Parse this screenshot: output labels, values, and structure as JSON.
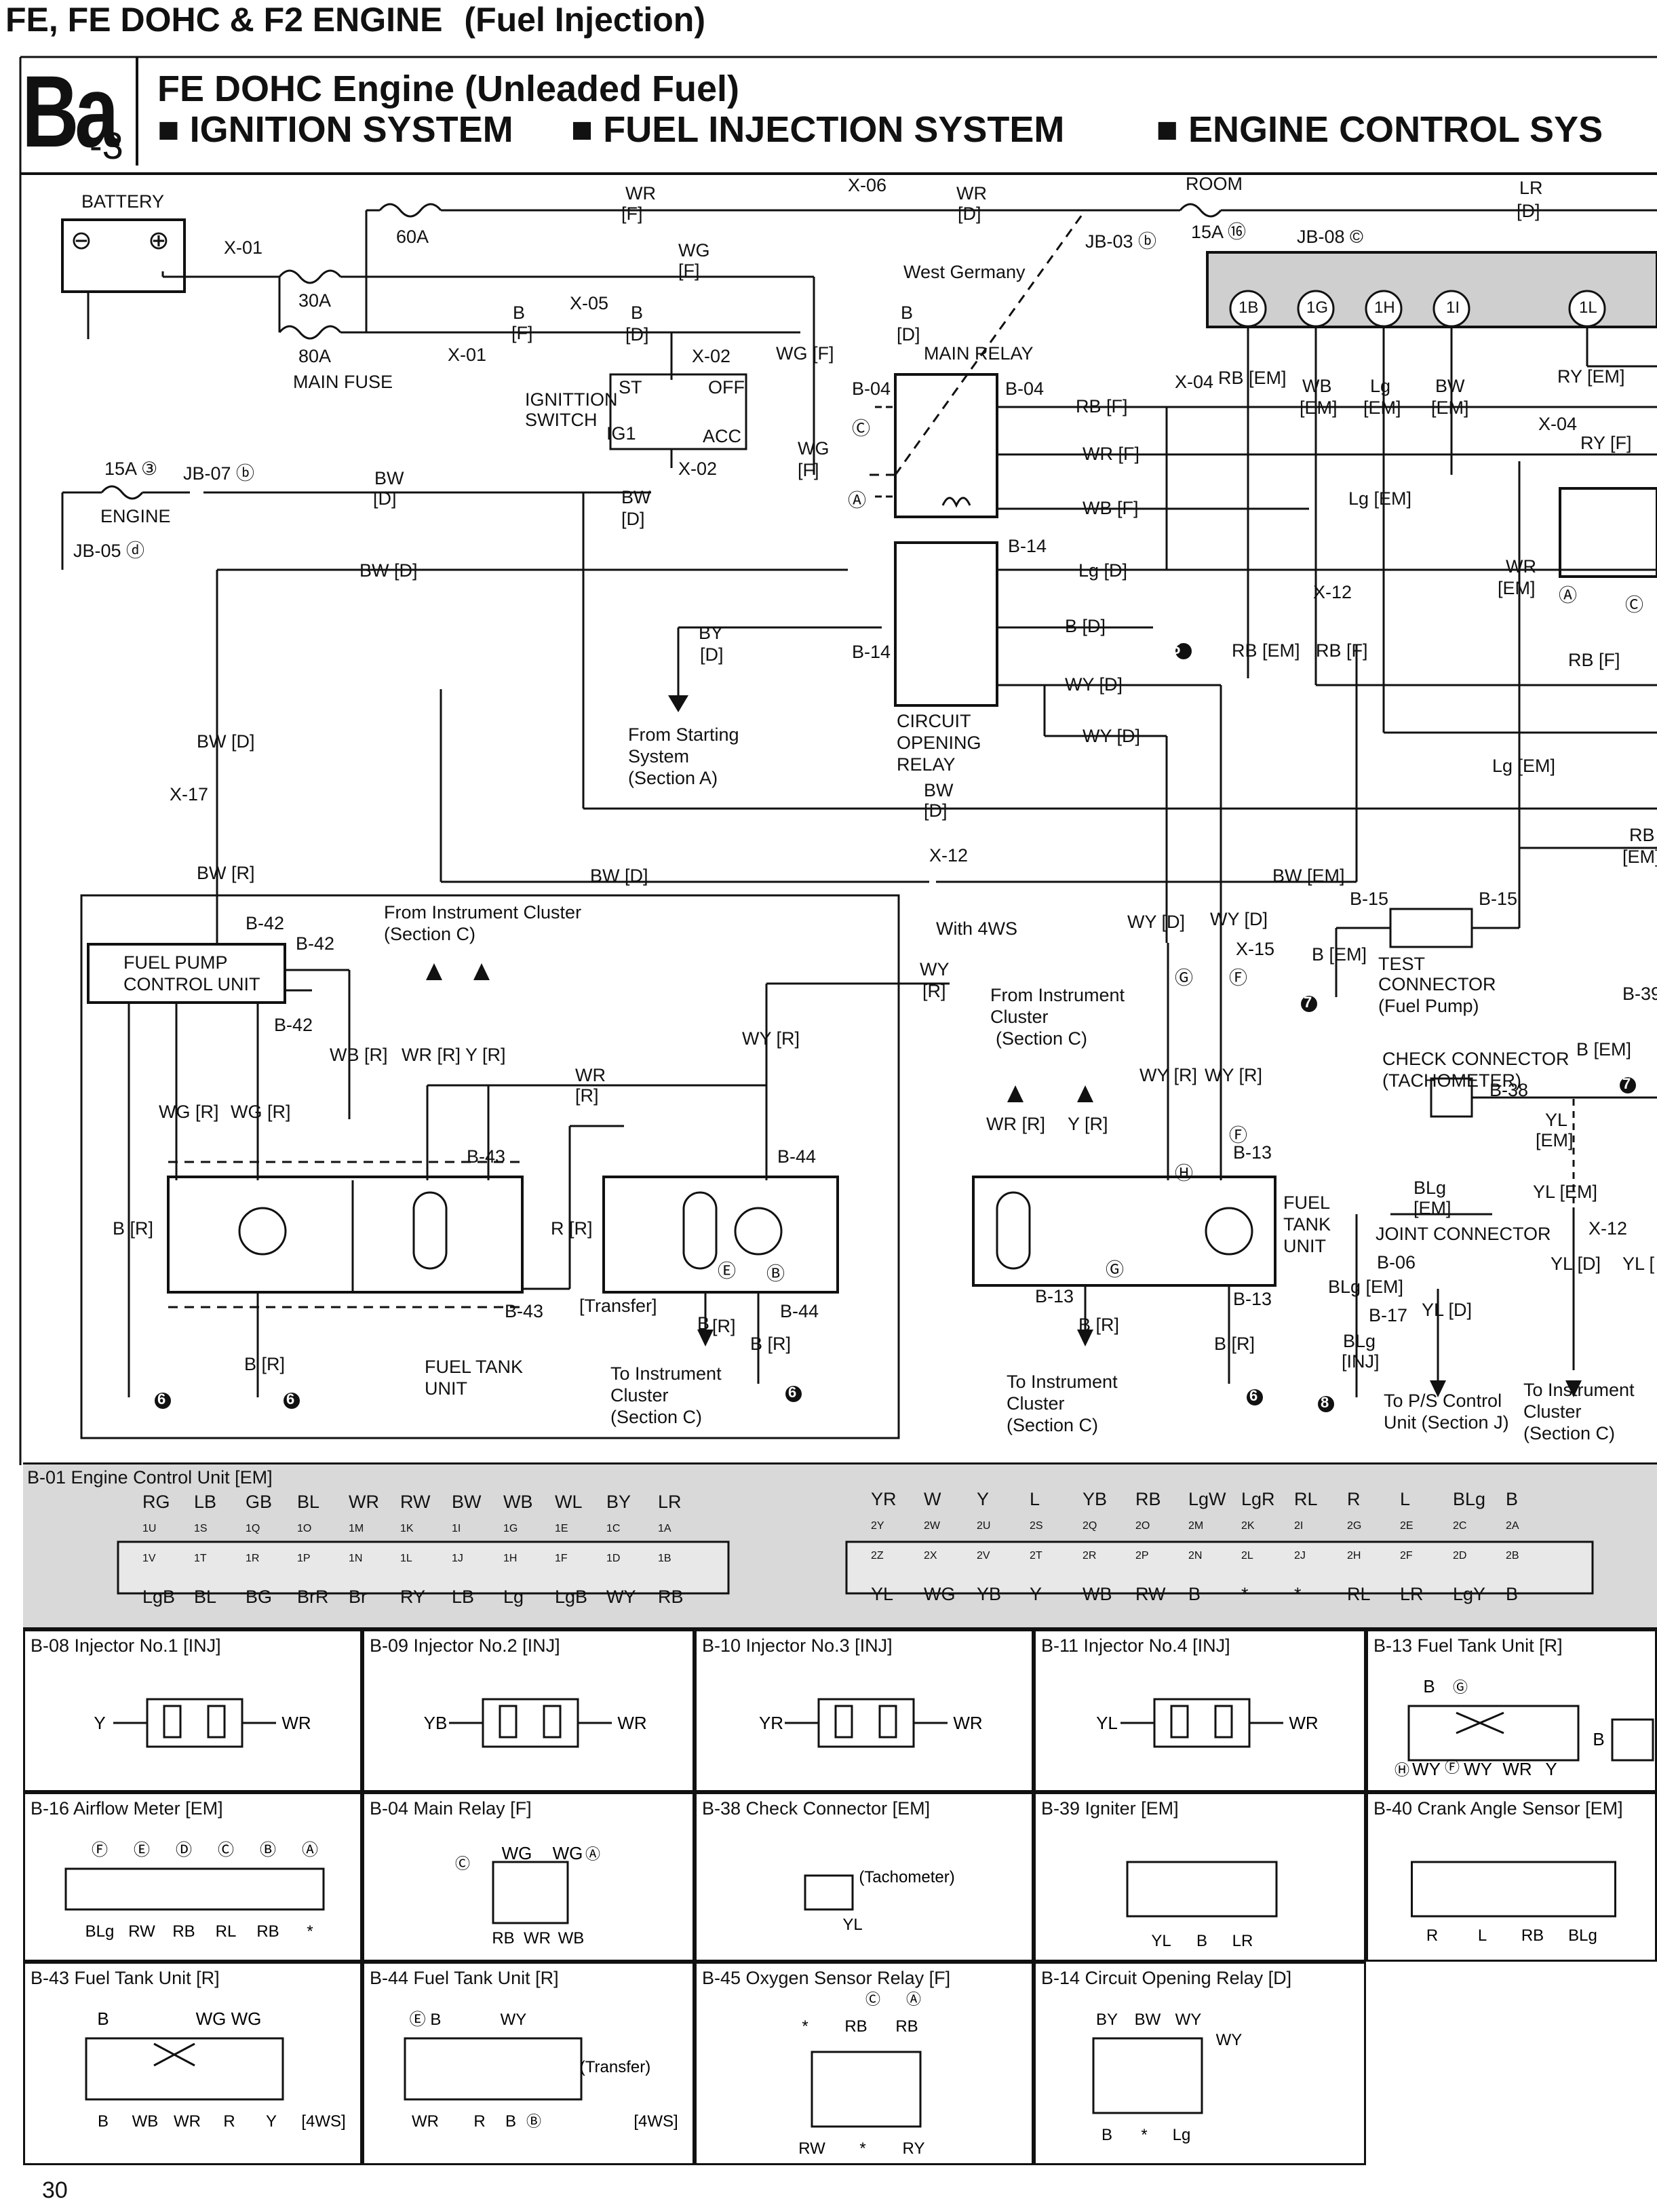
{
  "page": {
    "title_main": "FE, FE DOHC & F2 ENGINE",
    "title_sub": "(Fuel Injection)",
    "section_code": "Ba",
    "section_num": "-3",
    "heading1": "FE DOHC Engine (Unleaded Fuel)",
    "heading2_items": [
      "■ IGNITION SYSTEM",
      "■ FUEL INJECTION SYSTEM",
      "■ ENGINE CONTROL SYS"
    ],
    "page_number": "30"
  },
  "labels": {
    "battery": "BATTERY",
    "minus": "⊖",
    "plus": "⊕",
    "x01": "X-01",
    "x01b": "X-01",
    "f30a": "30A",
    "f80a": "80A",
    "main_fuse": "MAIN FUSE",
    "f60a": "60A",
    "wr_f": "WR",
    "wr_f2": "[F]",
    "x06": "X-06",
    "wr_d": "WR",
    "wr_d2": "[D]",
    "room": "ROOM",
    "f15a_16": "15A ⑯",
    "jb08": "JB-08 ©",
    "lr_d": "LR",
    "lr_d2": "[D]",
    "jb03": "JB-03 ⓑ",
    "wg_f": "WG",
    "wg_f2": "[F]",
    "west_germany": "West Germany",
    "b_f": "B",
    "b_f2": "[F]",
    "x05": "X-05",
    "b_d": "B",
    "b_d2": "[D]",
    "b_d_b": "B",
    "b_d_b2": "[D]",
    "x02": "X-02",
    "x02b": "X-02",
    "ignition_switch": "IGNITTION",
    "ignition_switch2": "SWITCH",
    "st": "ST",
    "off": "OFF",
    "ig1": "IG1",
    "acc": "ACC",
    "wg_f_main": "WG [F]",
    "main_relay": "MAIN RELAY",
    "b04a": "B-04",
    "b04b": "B-04",
    "wg_f3": "WG",
    "wg_f4": "[F]",
    "rb_f": "RB [F]",
    "wr_f3": "WR [F]",
    "wb_f": "WB [F]",
    "f15a_3": "15A ③",
    "jb07": "JB-07 ⓑ",
    "engine": "ENGINE",
    "jb05": "JB-05 ⓓ",
    "bw_d": "BW",
    "bw_d2": "[D]",
    "bw_d3": "BW",
    "bw_d4": "[D]",
    "bw_d_line": "BW [D]",
    "b14a": "B-14",
    "b14b": "B-14",
    "lg_d": "Lg [D]",
    "b_d3": "B [D]",
    "wy_d": "WY [D]",
    "wy_d2": "WY [D]",
    "by_d": "BY",
    "by_d2": "[D]",
    "from_starting": "From Starting",
    "from_starting2": "System",
    "from_starting3": "(Section A)",
    "circuit_opening": "CIRCUIT",
    "circuit_opening2": "OPENING",
    "circuit_opening3": "RELAY",
    "bw_d5": "BW",
    "bw_d6": "[D]",
    "bw_d7": "BW [D]",
    "x17": "X-17",
    "bw_r": "BW [R]",
    "bw_d8": "BW [D]",
    "x12": "X-12",
    "bw_em": "BW [EM]",
    "x04": "X-04",
    "rb_em": "RB [EM]",
    "wb_em": "WB",
    "wb_em2": "[EM]",
    "lg_em": "Lg",
    "lg_em2": "[EM]",
    "bw_em2": "BW",
    "bw_em3": "[EM]",
    "ry_em": "RY [EM]",
    "x04b": "X-04",
    "ry_f": "RY [F]",
    "lg_em3": "Lg [EM]",
    "x12b": "X-12",
    "wr_em": "WR",
    "wr_em2": "[EM]",
    "rb_em2": "RB [EM]",
    "rb_f2": "RB [F]",
    "rb_f3": "RB [F]",
    "lg_em4": "Lg [EM]",
    "rb_em3": "RB",
    "rb_em4": "[EM]",
    "j1b": "1B",
    "j1g": "1G",
    "j1h": "1H",
    "j1i": "1I",
    "j1l": "1L",
    "b42a": "B-42",
    "b42b": "B-42",
    "b42c": "B-42",
    "fpcu": "FUEL PUMP",
    "fpcu2": "CONTROL UNIT",
    "from_ic": "From Instrument Cluster",
    "from_ic2": "(Section C)",
    "with_4ws": "With 4WS",
    "wb_r": "WB [R]",
    "wr_r": "WR [R]",
    "y_r": "Y [R]",
    "wg_r": "WG [R]",
    "wg_r2": "WG [R]",
    "wr_r2": "WR",
    "wr_r3": "[R]",
    "wy_r": "WY [R]",
    "wy_r_label": "WY",
    "wy_r_label2": "[R]",
    "b43a": "B-43",
    "b43b": "B-43",
    "b44a": "B-44",
    "b44b": "B-44",
    "b_r": "B [R]",
    "r_r": "R [R]",
    "transfer": "[Transfer]",
    "b_r2": "B [R]",
    "b_r3": "B",
    "b_r4": "[R]",
    "b_r5": "B [R]",
    "fuel_tank_unit": "FUEL TANK",
    "fuel_tank_unit2": "UNIT",
    "to_ic": "To Instrument",
    "to_ic2": "Cluster",
    "to_ic3": "(Section C)",
    "from_ic3": "From Instrument",
    "from_ic4": "Cluster",
    "from_ic5": "(Section C)",
    "wr_r4": "WR [R]",
    "y_r2": "Y [R]",
    "wy_r2": "WY [R]",
    "wy_r3": "WY [R]",
    "wy_d3": "WY [D]",
    "wy_d4": "WY [D]",
    "x15": "X-15",
    "b13a": "B-13",
    "b13b": "B-13",
    "b13c": "B-13",
    "b_r6": "B [R]",
    "b_r7": "B [R]",
    "fuel_tank_unit3": "FUEL",
    "fuel_tank_unit4": "TANK",
    "fuel_tank_unit5": "UNIT",
    "to_ic4": "To Instrument",
    "to_ic5": "Cluster",
    "to_ic6": "(Section C)",
    "b15a": "B-15",
    "b15b": "B-15",
    "b_em": "B [EM]",
    "test_connector": "TEST",
    "test_connector2": "CONNECTOR",
    "test_connector3": "(Fuel Pump)",
    "check_connector": "CHECK CONNECTOR",
    "check_connector2": "(TACHOMETER)",
    "b38": "B-38",
    "yl_em": "YL",
    "yl_em2": "[EM]",
    "b39": "B-39",
    "b_em2": "B [EM]",
    "blg_em": "BLg",
    "blg_em2": "[EM]",
    "yl_em3": "YL [EM]",
    "joint_connector": "JOINT CONNECTOR",
    "b06": "B-06",
    "blg_em3": "BLg [EM]",
    "b17": "B-17",
    "blg_inj": "BLg",
    "blg_inj2": "[INJ]",
    "x12c": "X-12",
    "yl_d": "YL [D]",
    "yl_d2": "YL [D]",
    "yl_cut": "YL [",
    "to_ps": "To P/S Control",
    "to_ps2": "Unit (Section J)",
    "to_ic7": "To Instrument",
    "to_ic8": "Cluster",
    "to_ic9": "(Section C)",
    "g5": "5",
    "g6a": "6",
    "g6b": "6",
    "g6c": "6",
    "g6d": "6",
    "g7a": "7",
    "g7b": "7",
    "g8": "8",
    "circ_a": "Ⓐ",
    "circ_c": "Ⓒ",
    "circ_a2": "Ⓐ",
    "circ_c2": "Ⓒ",
    "circ_g": "Ⓖ",
    "circ_f": "Ⓕ",
    "circ_h": "Ⓗ",
    "circ_f2": "Ⓕ",
    "circ_g2": "Ⓖ",
    "circ_e": "Ⓔ",
    "circ_b": "Ⓑ"
  },
  "ecu": {
    "title": "B-01 Engine Control Unit [EM]",
    "left_top": [
      "RG",
      "LB",
      "GB",
      "BL",
      "WR",
      "RW",
      "BW",
      "WB",
      "WL",
      "BY",
      "LR"
    ],
    "left_top_pins": [
      "1U",
      "1S",
      "1Q",
      "1O",
      "1M",
      "1K",
      "1I",
      "1G",
      "1E",
      "1C",
      "1A"
    ],
    "left_bottom_pins": [
      "1V",
      "1T",
      "1R",
      "1P",
      "1N",
      "1L",
      "1J",
      "1H",
      "1F",
      "1D",
      "1B"
    ],
    "left_bottom": [
      "LgB",
      "BL",
      "BG",
      "BrR",
      "Br",
      "RY",
      "LB",
      "Lg",
      "LgB",
      "WY",
      "RB"
    ],
    "right_top": [
      "YR",
      "W",
      "Y",
      "L",
      "YB",
      "RB",
      "LgW",
      "LgR",
      "RL",
      "R",
      "L",
      "BLg",
      "B"
    ],
    "right_top_pins": [
      "2Y",
      "2W",
      "2U",
      "2S",
      "2Q",
      "2O",
      "2M",
      "2K",
      "2I",
      "2G",
      "2E",
      "2C",
      "2A"
    ],
    "right_bottom_pins": [
      "2Z",
      "2X",
      "2V",
      "2T",
      "2R",
      "2P",
      "2N",
      "2L",
      "2J",
      "2H",
      "2F",
      "2D",
      "2B"
    ],
    "right_bottom": [
      "YL",
      "WG",
      "YB",
      "Y",
      "WB",
      "RW",
      "B",
      "*",
      "*",
      "RL",
      "LR",
      "LgY",
      "B"
    ]
  },
  "connectors": [
    {
      "title": "B-08 Injector No.1 [INJ]",
      "left": "Y",
      "right": "WR"
    },
    {
      "title": "B-09 Injector No.2 [INJ]",
      "left": "YB",
      "right": "WR"
    },
    {
      "title": "B-10 Injector No.3 [INJ]",
      "left": "YR",
      "right": "WR"
    },
    {
      "title": "B-11 Injector No.4 [INJ]",
      "left": "YL",
      "right": "WR"
    },
    {
      "title": "B-13 Fuel Tank Unit [R]",
      "t1": "B",
      "t2": "Ⓖ",
      "b1": "Ⓗ",
      "b2": "WY",
      "b3": "Ⓕ",
      "b4": "WY",
      "b5": "WR",
      "b6": "Y",
      "side": "B"
    },
    {
      "title": "B-16 Airflow Meter [EM]",
      "top": [
        "Ⓕ",
        "Ⓔ",
        "Ⓓ",
        "Ⓒ",
        "Ⓑ",
        "Ⓐ"
      ],
      "bottom": [
        "BLg",
        "RW",
        "RB",
        "RL",
        "RB",
        "*"
      ]
    },
    {
      "title": "B-04 Main Relay [F]",
      "c": "Ⓒ",
      "wg1": "WG",
      "wg2": "WG",
      "a": "Ⓐ",
      "bottom": [
        "RB",
        "WR",
        "WB"
      ]
    },
    {
      "title": "B-38 Check Connector [EM]",
      "note": "(Tachometer)",
      "pin": "YL"
    },
    {
      "title": "B-39 Igniter [EM]",
      "bottom": [
        "YL",
        "B",
        "LR"
      ]
    },
    {
      "title": "B-40 Crank Angle Sensor [EM]",
      "bottom": [
        "R",
        "L",
        "RB",
        "BLg"
      ]
    },
    {
      "title": "B-43 Fuel Tank Unit [R]",
      "top": [
        "B",
        "WG",
        "WG"
      ],
      "bottom": [
        "B",
        "WB",
        "WR",
        "R",
        "Y"
      ],
      "tag": "[4WS]"
    },
    {
      "title": "B-44 Fuel Tank Unit [R]",
      "top": [
        "Ⓔ",
        "B",
        "WY"
      ],
      "bottom": [
        "WR",
        "R",
        "B",
        "Ⓑ"
      ],
      "note": "(Transfer)",
      "tag": "[4WS]"
    },
    {
      "title": "B-45 Oxygen Sensor Relay [F]",
      "topmarks": [
        "Ⓒ",
        "Ⓐ"
      ],
      "top": [
        "*",
        "RB",
        "RB"
      ],
      "bottom": [
        "RW",
        "*",
        "RY"
      ]
    },
    {
      "title": "B-14 Circuit Opening Relay [D]",
      "top": [
        "BY",
        "BW",
        "WY"
      ],
      "side": "WY",
      "bottom": [
        "B",
        "*",
        "Lg"
      ]
    }
  ]
}
